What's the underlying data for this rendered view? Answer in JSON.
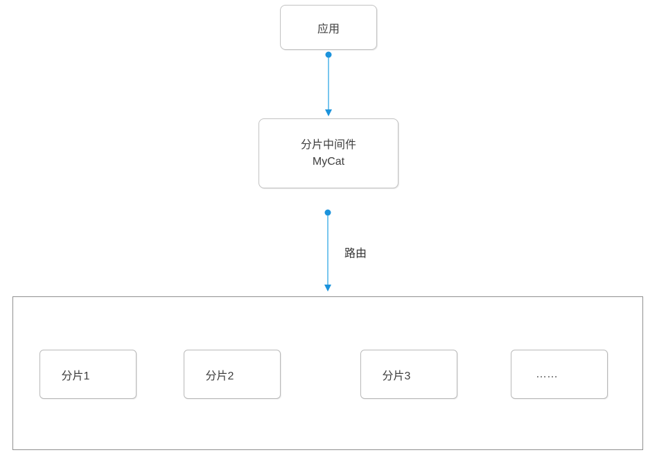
{
  "diagram": {
    "app_node": {
      "label": "应用"
    },
    "middleware_node": {
      "label_line1": "分片中间件",
      "label_line2": "MyCat"
    },
    "route_edge": {
      "label": "路由"
    },
    "shard_container": {
      "shards": [
        {
          "label": "分片1"
        },
        {
          "label": "分片2"
        },
        {
          "label": "分片3"
        },
        {
          "label": "……"
        }
      ]
    },
    "colors": {
      "arrow_line": "#55b8ea",
      "arrow_marker": "#1c93dc",
      "node_border": "#c2c2c2",
      "container_border": "#8f8f8f",
      "text": "#3d3d3d"
    }
  }
}
